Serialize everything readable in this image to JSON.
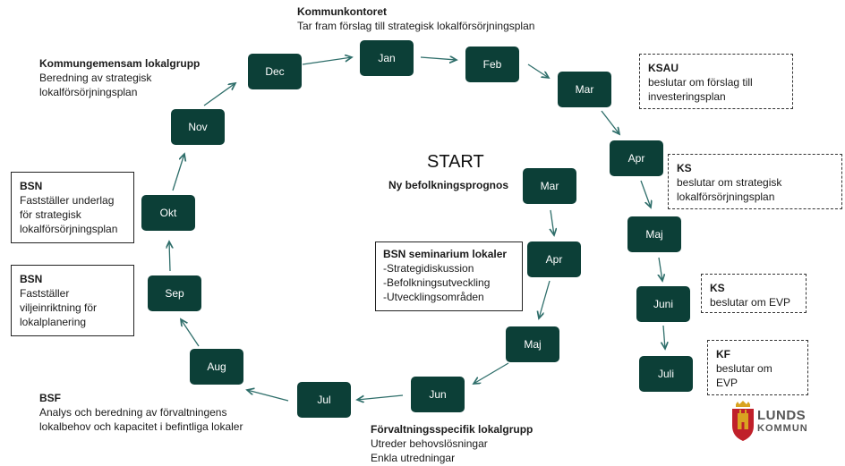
{
  "start_label": "START",
  "outer_nodes": [
    "Dec",
    "Jan",
    "Feb",
    "Mar",
    "Apr",
    "Maj",
    "Juni",
    "Juli",
    "Jun",
    "Jul",
    "Aug",
    "Sep",
    "Okt",
    "Nov"
  ],
  "inner_nodes": [
    "Mar",
    "Apr",
    "Maj"
  ],
  "annotations": {
    "kommunkontoret": {
      "title": "Kommunkontoret",
      "lines": [
        "Tar fram förslag till strategisk lokalförsörjningsplan"
      ]
    },
    "kommungemensam": {
      "title": "Kommungemensam lokalgrupp",
      "lines": [
        "Beredning av strategisk",
        "lokalförsörjningsplan"
      ]
    },
    "ksau": {
      "title": "KSAU",
      "lines": [
        "beslutar om förslag till",
        "investeringsplan"
      ]
    },
    "ks_plan": {
      "title": "KS",
      "lines": [
        "beslutar om strategisk",
        "lokalförsörjningsplan"
      ]
    },
    "ks_evp": {
      "title": "KS",
      "lines": [
        "beslutar om EVP"
      ]
    },
    "kf": {
      "title": "KF",
      "lines": [
        "beslutar om",
        "EVP"
      ]
    },
    "befolkning": {
      "title": "Ny befolkningsprognos"
    },
    "bsn_seminarium": {
      "title": "BSN seminarium  lokaler",
      "lines": [
        "-Strategidiskussion",
        "-Befolkningsutveckling",
        "-Utvecklingsområden"
      ]
    },
    "bsn_underlag": {
      "title": "BSN",
      "lines": [
        "Fastställer underlag",
        "för strategisk",
        "lokalförsörjningsplan"
      ]
    },
    "bsn_vilje": {
      "title": "BSN",
      "lines": [
        "Fastställer",
        "viljeinriktning för",
        "lokalplanering"
      ]
    },
    "bsf": {
      "title": "BSF",
      "lines": [
        "Analys och beredning av förvaltningens",
        "lokalbehov och kapacitet i befintliga lokaler"
      ]
    },
    "forvaltning": {
      "title": "Förvaltningsspecifik lokalgrupp",
      "lines": [
        "Utreder behovslösningar",
        "Enkla utredningar"
      ]
    }
  },
  "logo": {
    "line1": "LUNDS",
    "line2": "KOMMUN"
  },
  "colors": {
    "node": "#0c3f37",
    "arrow": "#2e6e6a",
    "logo_red": "#c0202a",
    "logo_gold": "#d9a321"
  }
}
